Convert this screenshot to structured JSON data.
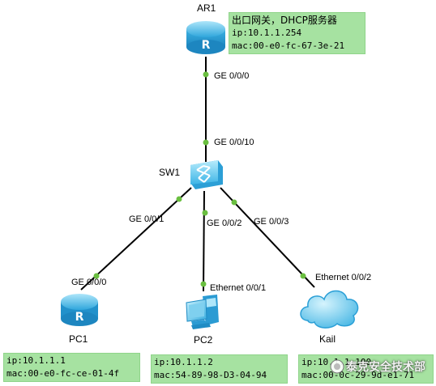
{
  "devices": {
    "ar1": {
      "name": "AR1"
    },
    "sw1": {
      "name": "SW1"
    },
    "pc1": {
      "name": "PC1"
    },
    "pc2": {
      "name": "PC2"
    },
    "kail": {
      "name": "Kail"
    }
  },
  "ports": {
    "ar1_ge000": "GE 0/0/0",
    "sw1_ge0010": "GE 0/0/10",
    "sw1_ge001": "GE 0/0/1",
    "sw1_ge002": "GE 0/0/2",
    "sw1_ge003": "GE 0/0/3",
    "pc1_ge000": "GE 0/0/0",
    "pc2_eth001": "Ethernet 0/0/1",
    "kail_eth002": "Ethernet 0/0/2"
  },
  "notes": {
    "ar1": {
      "line1": "出口网关，DHCP服务器",
      "line2": "ip:10.1.1.254",
      "line3": "mac:00-e0-fc-67-3e-21"
    },
    "pc1": {
      "line1": "ip:10.1.1.1",
      "line2": "mac:00-e0-fc-ce-01-4f"
    },
    "pc2": {
      "line1": "ip:10.1.1.2",
      "line2": "mac:54-89-98-D3-04-94"
    },
    "kail": {
      "line1": "ip:10.1.1.100",
      "line2": "mac:00-0c-29-9d-e1-71"
    }
  },
  "watermark": "泰克安全技术部",
  "colors": {
    "router": "#5fc6ec",
    "switch": "#6fd0f0",
    "cloud": "#7fd5f2",
    "link": "#000000",
    "port_dot": "#6abf40",
    "note_bg": "#a6e2a1"
  },
  "icons": {
    "ar1": "router-icon",
    "sw1": "switch-icon",
    "pc1": "router-icon",
    "pc2": "pc-icon",
    "kail": "cloud-icon"
  }
}
